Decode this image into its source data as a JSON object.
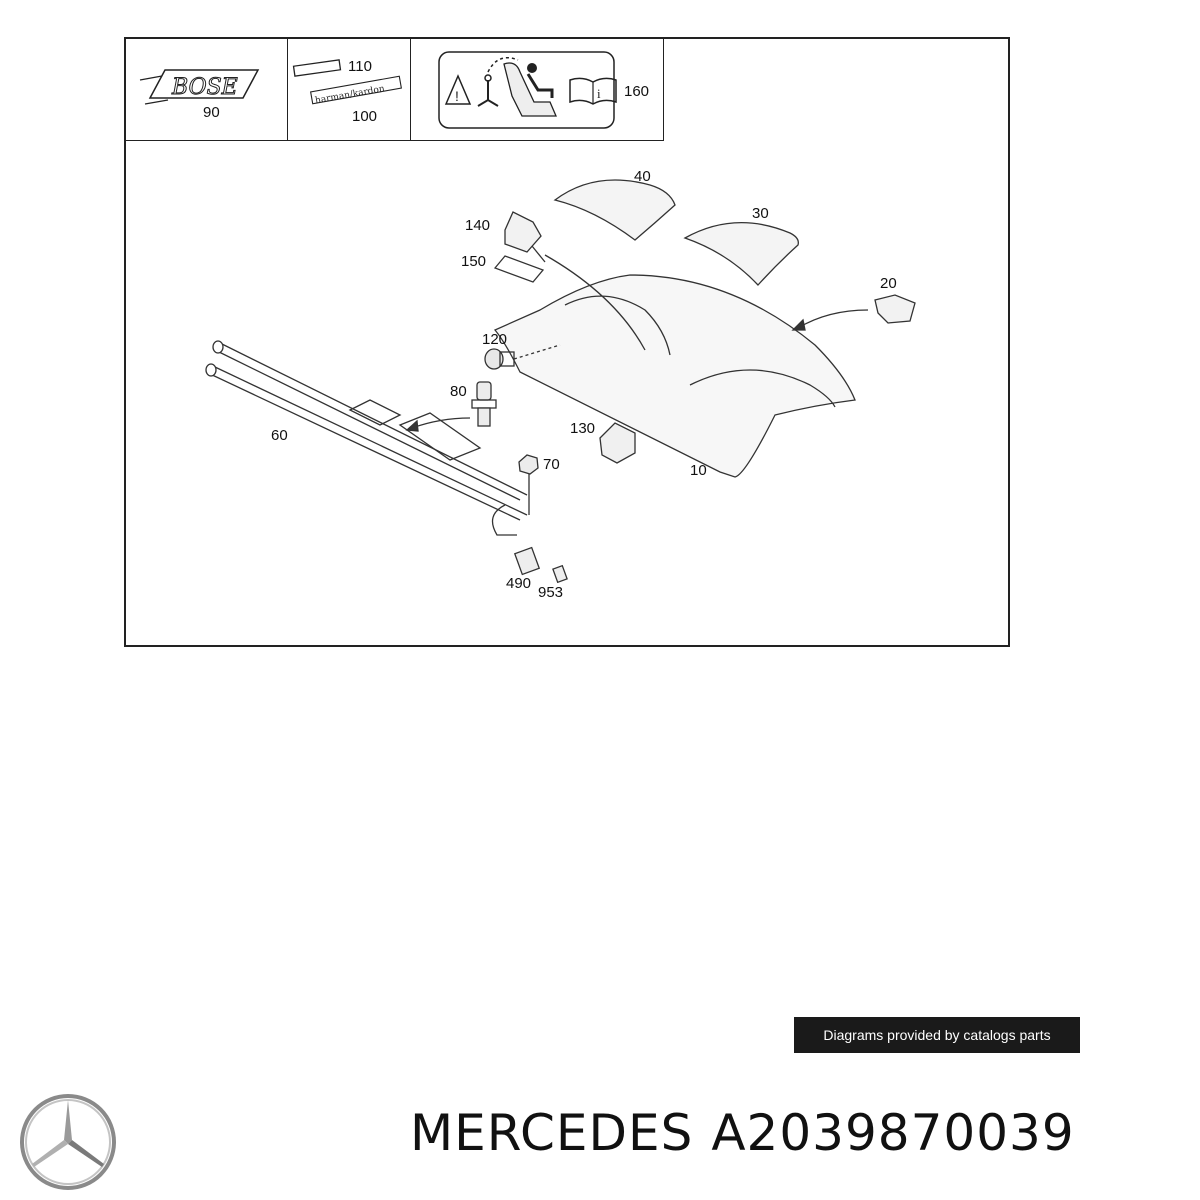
{
  "header_cells": {
    "bose_badge_number": "90",
    "bose_badge_text": "BOSE",
    "hk_badge_number_top": "110",
    "hk_badge_number_bottom": "100",
    "hk_badge_text": "harman/kardon",
    "warning_label_number": "160"
  },
  "callouts": [
    "40",
    "30",
    "140",
    "150",
    "20",
    "120",
    "80",
    "60",
    "130",
    "70",
    "10",
    "490",
    "953"
  ],
  "credit": "Diagrams provided by catalogs parts",
  "brand": "MERCEDES",
  "part_number": "A2039870039",
  "colors": {
    "line": "#222222",
    "banner_bg": "#1a1a1a",
    "banner_text": "#ffffff"
  },
  "icons": [
    "mercedes-star-logo",
    "warning-triangle-icon",
    "seat-anchor-icon",
    "manual-book-icon"
  ]
}
